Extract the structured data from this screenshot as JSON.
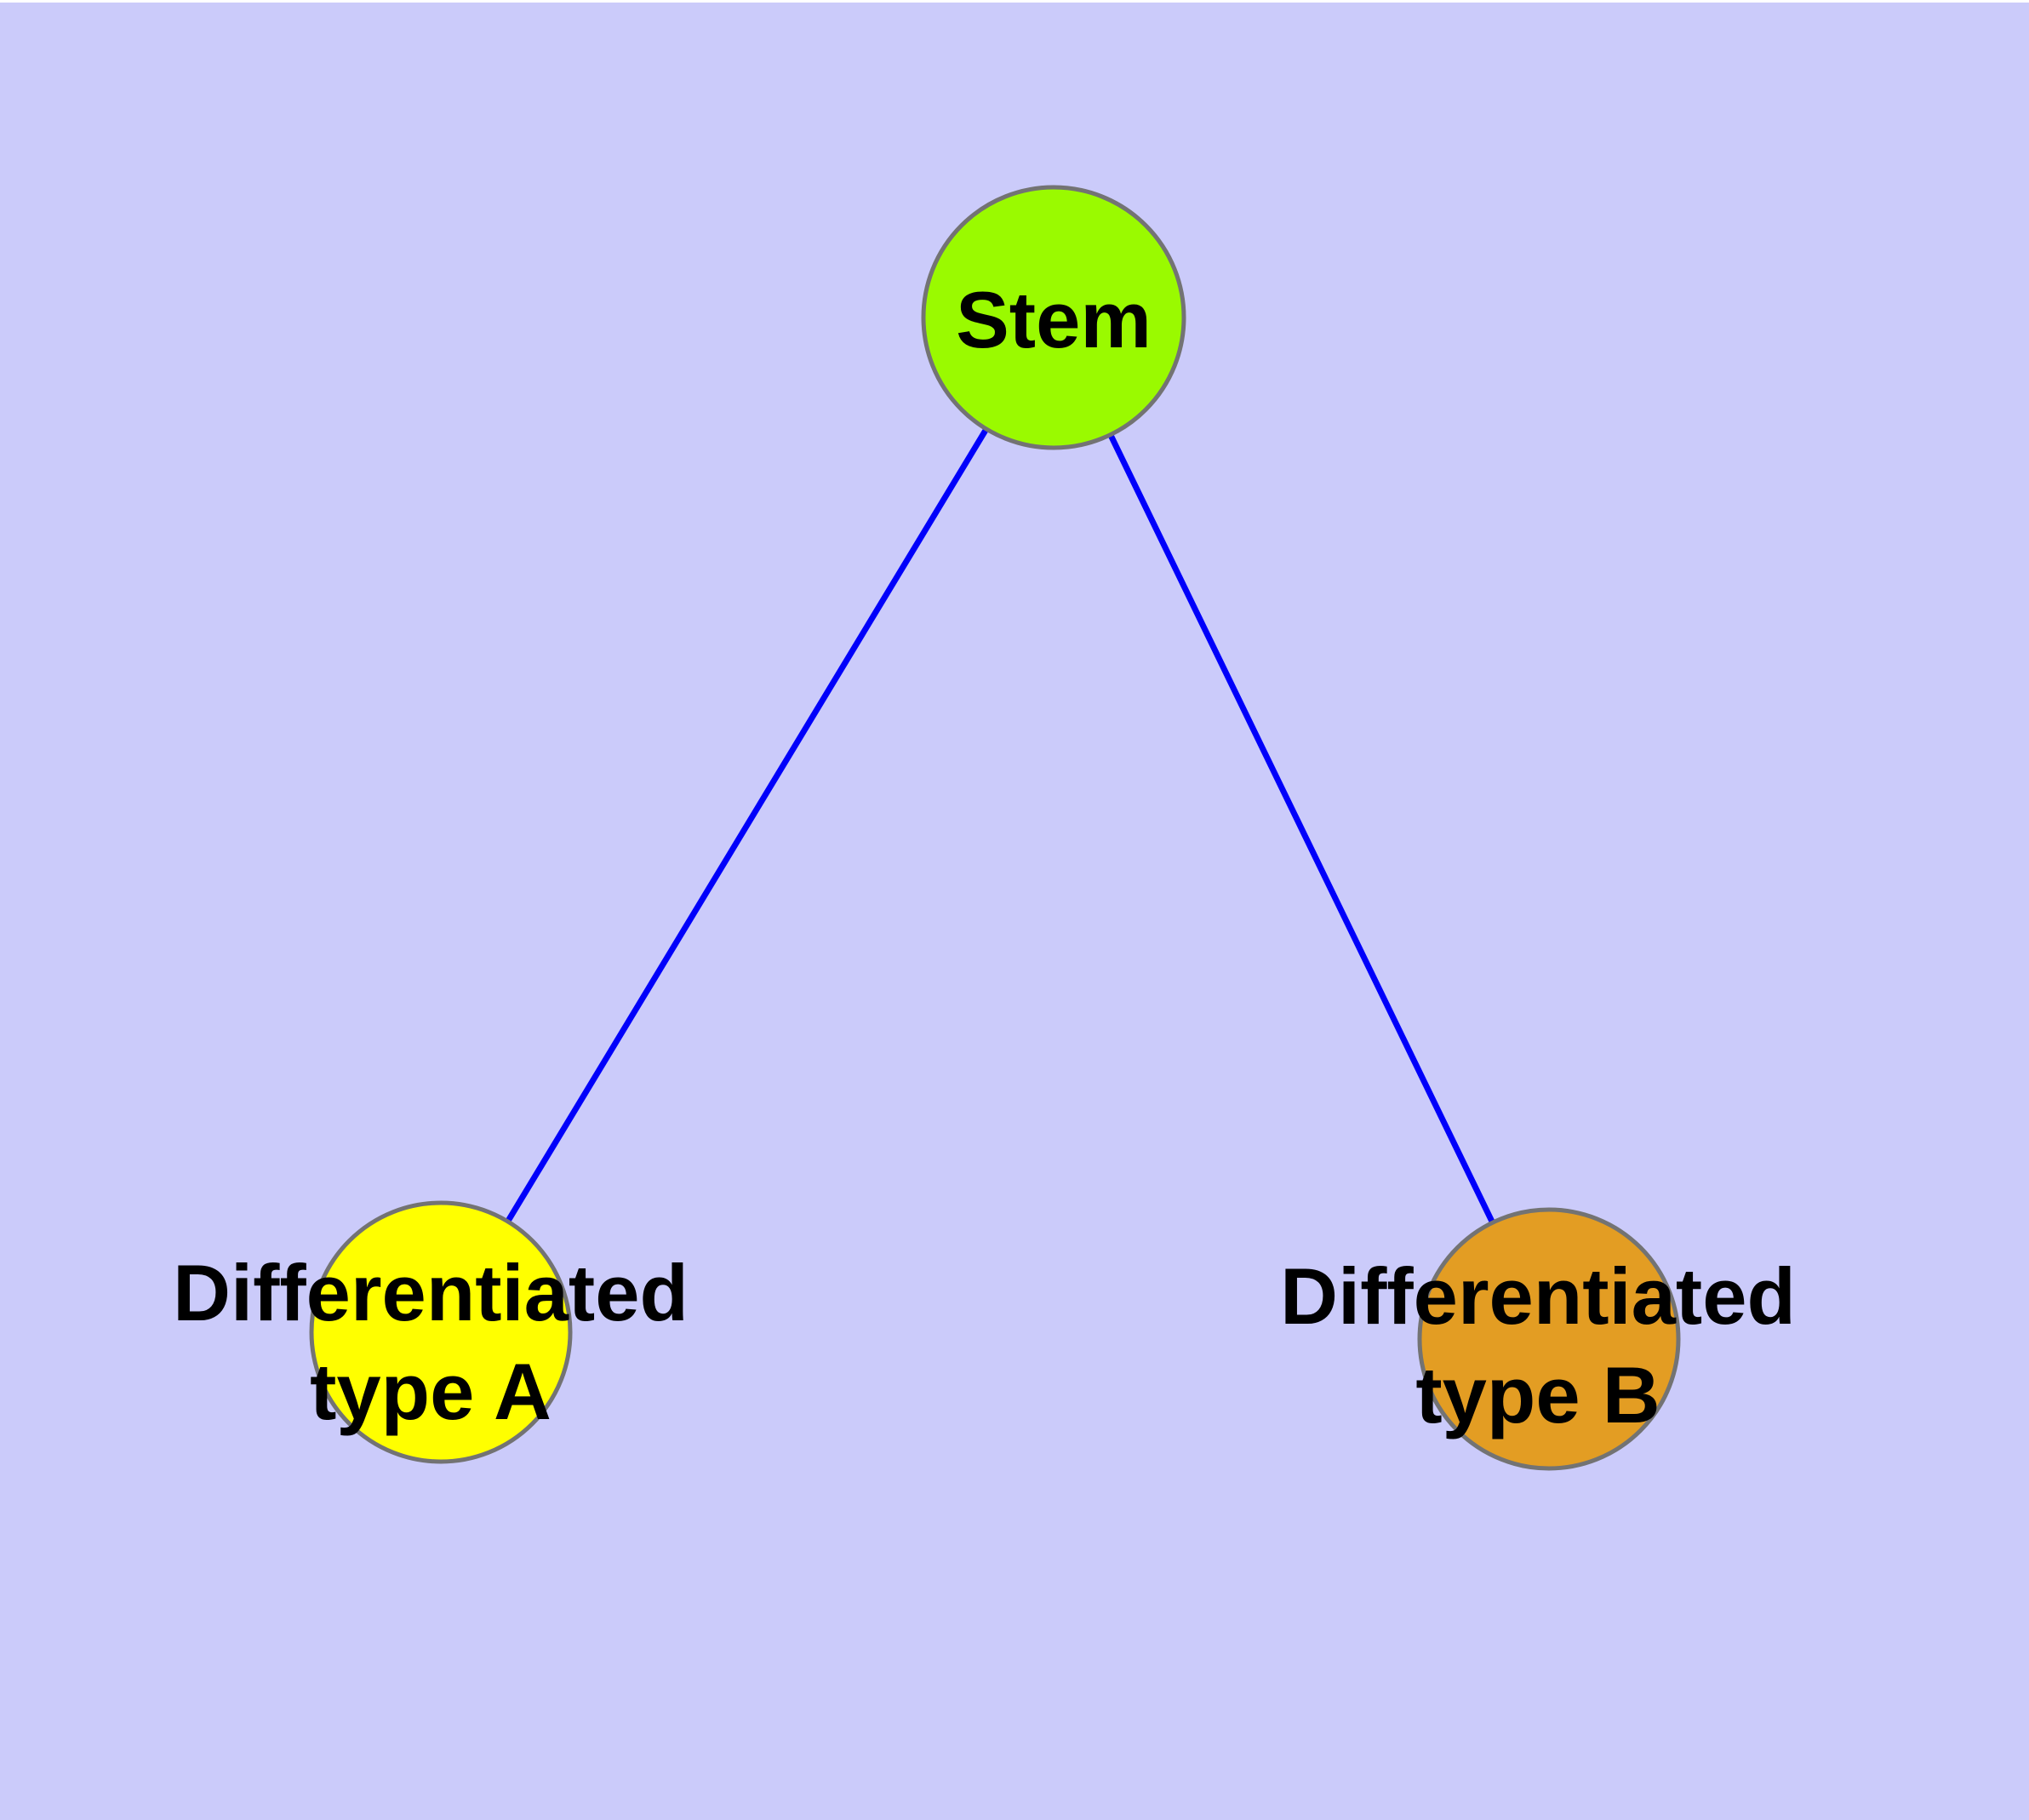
{
  "figure": {
    "type": "node-link-diagram",
    "background_color": "#CBCBFA",
    "canvas_margin_color": "#FFFFFF",
    "text_color": "#000000"
  },
  "graph": {
    "nodes": [
      {
        "id": "stem",
        "label": "Stem",
        "label_lines": [
          "Stem"
        ],
        "fill": "#9AFA00",
        "border": "#737373"
      },
      {
        "id": "differentiated-type-a",
        "label": "Differentiated type A",
        "label_lines": [
          "Differentiated",
          "type A"
        ],
        "fill": "#FFFF00",
        "border": "#737373"
      },
      {
        "id": "differentiated-type-b",
        "label": "Differentiated type B",
        "label_lines": [
          "Differentiated",
          "type B"
        ],
        "fill": "#E39D23",
        "border": "#737373"
      }
    ],
    "edges": [
      {
        "from": "stem",
        "to": "differentiated-type-a",
        "color": "#0000FA"
      },
      {
        "from": "stem",
        "to": "differentiated-type-b",
        "color": "#0000FA"
      }
    ]
  }
}
